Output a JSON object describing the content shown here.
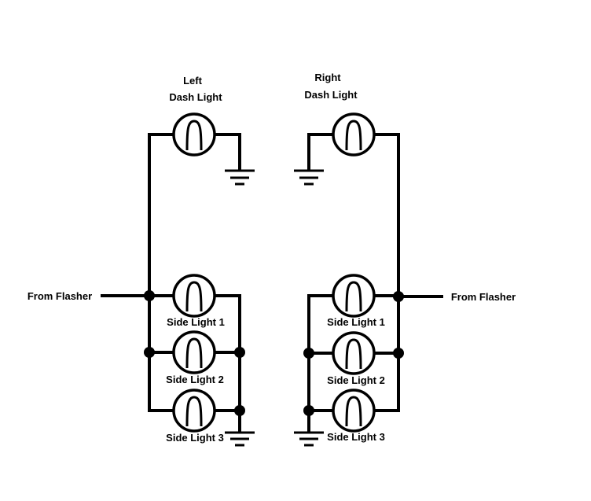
{
  "labels": {
    "left_dash_line1": "Left",
    "left_dash_line2": "Dash Light",
    "right_dash_line1": "Right",
    "right_dash_line2": "Dash Light",
    "left_flasher": "From Flasher",
    "right_flasher": "From Flasher",
    "left_side1": "Side Light 1",
    "left_side2": "Side Light 2",
    "left_side3": "Side Light 3",
    "right_side1": "Side Light 1",
    "right_side2": "Side Light 2",
    "right_side3": "Side Light 3"
  },
  "colors": {
    "line": "#000000",
    "background": "#ffffff"
  }
}
